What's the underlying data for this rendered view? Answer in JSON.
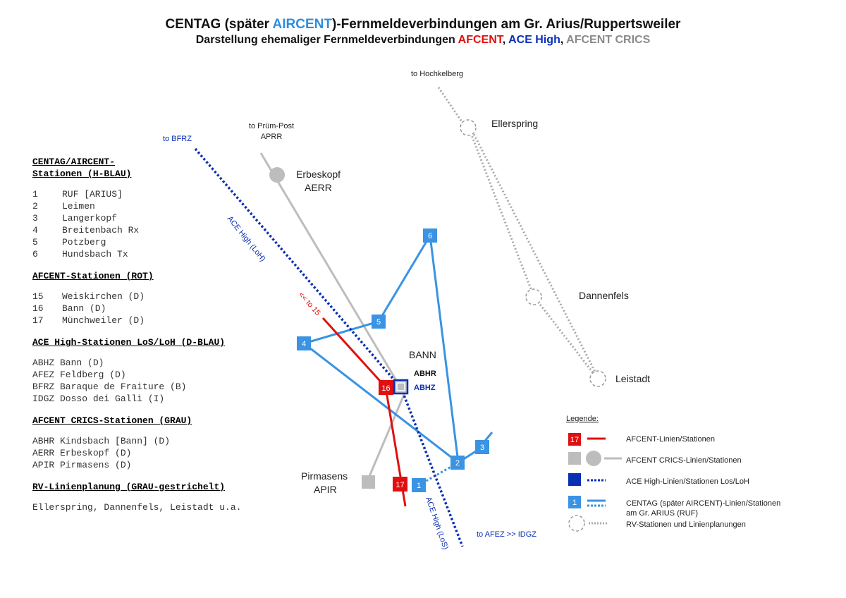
{
  "title": {
    "line1_prefix": "CENTAG (später ",
    "line1_accent": "AIRCENT",
    "line1_suffix": ")-Fernmeldeverbindungen am Gr. Arius/Ruppertsweiler",
    "line2_prefix": "Darstellung ehemaliger Fernmeldeverbindungen ",
    "line2_afcent": "AFCENT",
    "line2_sep1": ", ",
    "line2_ace": "ACE High",
    "line2_sep2": ", ",
    "line2_crics": "AFCENT CRICS"
  },
  "colors": {
    "afcent_red": "#e01010",
    "crics_grey": "#bdbdbd",
    "ace_dark_blue": "#0a2fb5",
    "centag_light_blue": "#3a93e3",
    "rv_grey_dashed": "#a8a8a8"
  },
  "sidebar": {
    "sections": [
      {
        "heading_lines": [
          "CENTAG/AIRCENT-",
          "Stationen (H-BLAU)"
        ],
        "rows": [
          {
            "num": "1",
            "name": "RUF [ARIUS]"
          },
          {
            "num": "2",
            "name": "Leimen"
          },
          {
            "num": "3",
            "name": "Langerkopf"
          },
          {
            "num": "4",
            "name": "Breitenbach Rx"
          },
          {
            "num": "5",
            "name": "Potzberg"
          },
          {
            "num": "6",
            "name": "Hundsbach Tx"
          }
        ]
      },
      {
        "heading_lines": [
          "AFCENT-Stationen (ROT)"
        ],
        "rows": [
          {
            "num": "15",
            "name": "Weiskirchen (D)"
          },
          {
            "num": "16",
            "name": "Bann (D)"
          },
          {
            "num": "17",
            "name": "Münchweiler (D)"
          }
        ]
      },
      {
        "heading_lines": [
          "ACE High-Stationen LoS/LoH (D-BLAU)"
        ],
        "rows": [
          {
            "num": "",
            "name": "ABHZ Bann (D)"
          },
          {
            "num": "",
            "name": "AFEZ Feldberg (D)"
          },
          {
            "num": "",
            "name": "BFRZ Baraque de Fraiture (B)"
          },
          {
            "num": "",
            "name": "IDGZ Dosso dei Galli (I)"
          }
        ]
      },
      {
        "heading_lines": [
          "AFCENT CRICS-Stationen (GRAU)"
        ],
        "rows": [
          {
            "num": "",
            "name": "ABHR Kindsbach [Bann] (D)"
          },
          {
            "num": "",
            "name": "AERR Erbeskopf (D)"
          },
          {
            "num": "",
            "name": "APIR Pirmasens (D)"
          }
        ]
      },
      {
        "heading_lines": [
          "RV-Linienplanung (GRAU-gestrichelt)"
        ],
        "rows": [
          {
            "num": "",
            "name": "Ellerspring, Dannenfels, Leistadt u.a."
          }
        ]
      }
    ]
  },
  "map": {
    "to_hochkelberg": "to Hochkelberg",
    "ellerspring": "Ellerspring",
    "dannenfels": "Dannenfels",
    "leistadt": "Leistadt",
    "to_pruem_line1": "to Prüm-Post",
    "to_pruem_line2": "APRR",
    "erbeskopf_line1": "Erbeskopf",
    "erbeskopf_line2": "AERR",
    "to_bfrz": "to BFRZ",
    "ace_loh": "ACE High (LoH)",
    "to_15": "<< to 15",
    "bann": "BANN",
    "abhr": "ABHR",
    "abhz": "ABHZ",
    "pirmasens_line1": "Pirmasens",
    "pirmasens_line2": "APIR",
    "ace_los": "ACE High (LoS)",
    "to_afez": "to AFEZ >> IDGZ",
    "node_16": "16",
    "node_17": "17",
    "node_1": "1",
    "node_2": "2",
    "node_3": "3",
    "node_4": "4",
    "node_5": "5",
    "node_6": "6"
  },
  "legend": {
    "title": "Legende:",
    "afcent_swatch": "17",
    "afcent": "AFCENT-Linien/Stationen",
    "crics": "AFCENT CRICS-Linien/Stationen",
    "ace": "ACE High-Linien/Stationen Los/LoH",
    "centag_swatch": "1",
    "centag_line1": "CENTAG (später AIRCENT)-Linien/Stationen",
    "centag_line2": "am Gr. ARIUS (RUF)",
    "rv": "RV-Stationen und Linienplanungen"
  }
}
